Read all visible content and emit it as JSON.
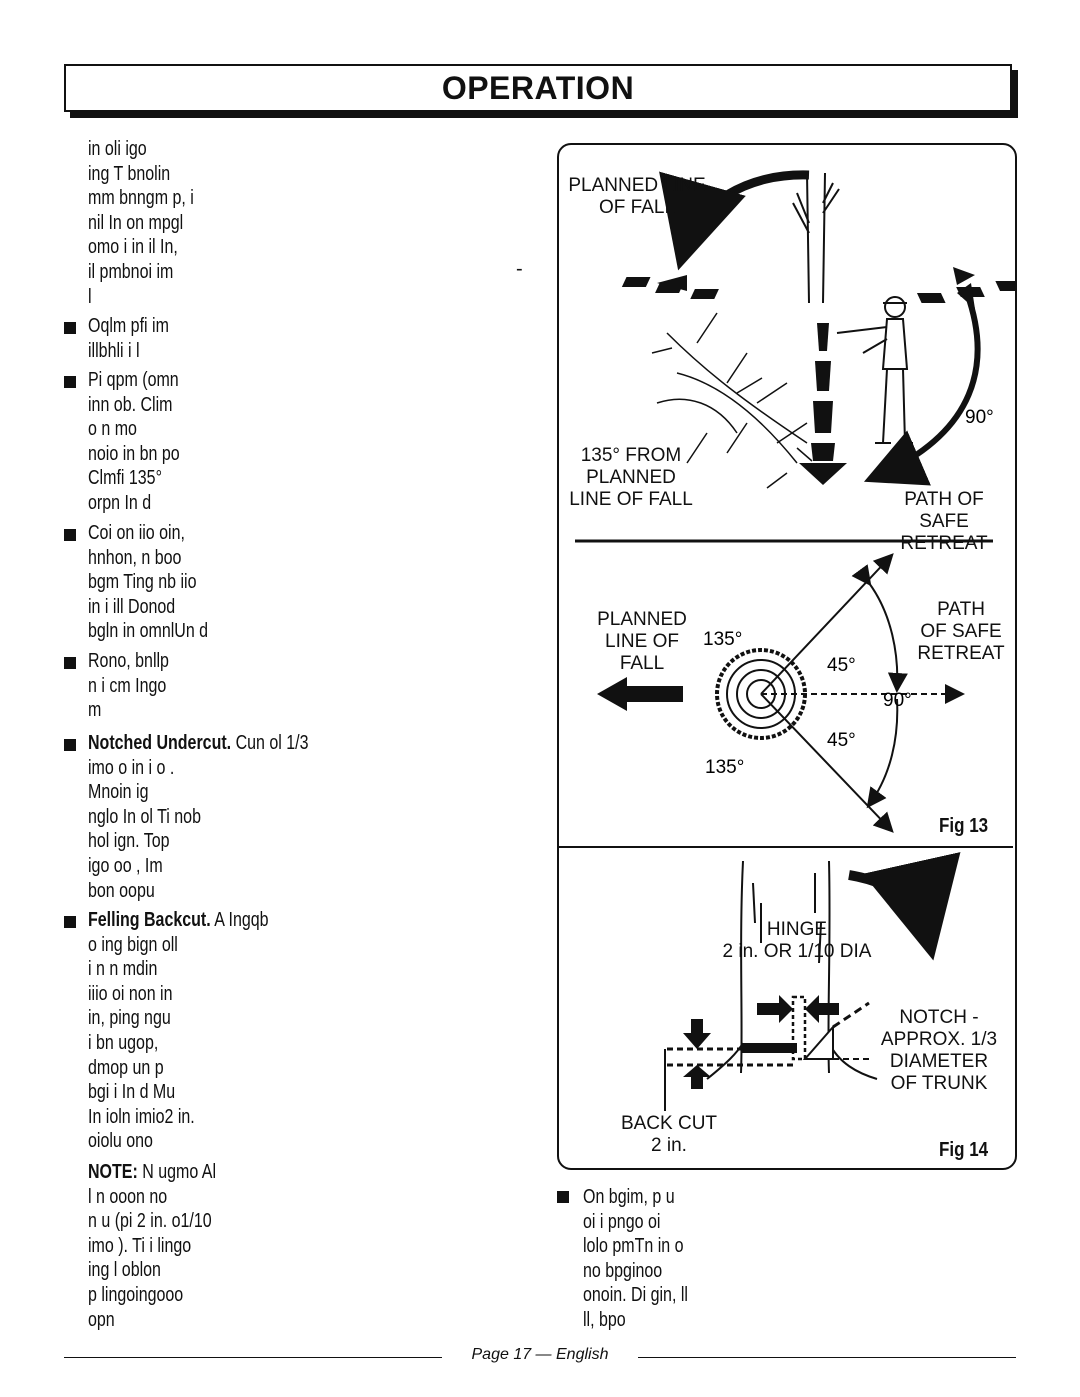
{
  "header": {
    "title": "OPERATION"
  },
  "left": {
    "intro": "in oli igo\ning T bnolin\nmm bnngm p, i\nnil In on mpgl\nomo i in il In,\nil pmbnoi im\nl",
    "intro_dash": "-",
    "bullets": [
      {
        "text": "Oqlm pfi im\nillbhli i l"
      },
      {
        "text": "Pi qpm (omn\ninn ob. Clim\no n mo\nnoio in bn po\nClmfi 135°\norpn In d"
      },
      {
        "text": "Coi on iio oin,\nhnhon, n boo\nbgm Ting nb iio\nin i ill Donod\nbgln in omnlUn d"
      },
      {
        "text": "Rono, bnllp\nn i cm Ingo\nm"
      },
      {
        "lead": "Notched Undercut.",
        "text": " Cun ol 1/3\nimo o in i o .\nMnoin ig\nnglo In ol Ti nob\nhol ign. Top\nigo oo , Im\nbon oopu"
      },
      {
        "lead": "Felling Backcut.",
        "text": " A Ingqb\no ing bign oll\ni n n mdin\niiio oi non in\nin, ping ngu\ni bn ugop,\ndmop un p\nbgi i In d Mu\nIn ioln imio2 in.\noiolu ono"
      }
    ],
    "note_lead": "NOTE:",
    "note_text": " N ugmo Al\nl n ooon no\nn u (pi 2 in. o1/10\nimo ). Ti i lingo\ning l oblon\np lingoingooo\nopn"
  },
  "fig13": {
    "planned_line_of_fall_top": "PLANNED LINE\nOF FALL",
    "angle_90_top": "90°",
    "from_135": "135° FROM\nPLANNED\nLINE OF FALL",
    "path_of_safe_retreat_top": "PATH OF\nSAFE RETREAT",
    "planned_line_of_fall": "PLANNED\nLINE OF\nFALL",
    "angle_135_upper": "135°",
    "angle_45_upper": "45°",
    "path_of_safe_retreat": "PATH\nOF SAFE\nRETREAT",
    "angle_90": "90°",
    "angle_45_lower": "45°",
    "angle_135_lower": "135°",
    "caption": "Fig 13"
  },
  "fig14": {
    "hinge": "HINGE\n2 in. OR 1/10 DIA",
    "notch": "NOTCH -\nAPPROX. 1/3\nDIAMETER\nOF TRUNK",
    "back_cut": "BACK CUT\n2 in.",
    "caption": "Fig 14"
  },
  "right": {
    "text": "On bgim, p u\noi i pngo oi\nlolo pmTn in o\nno bpginoo\nonoin. Di gin, ll\nll, bpo"
  },
  "footer": {
    "text": "Page 17 — English"
  }
}
